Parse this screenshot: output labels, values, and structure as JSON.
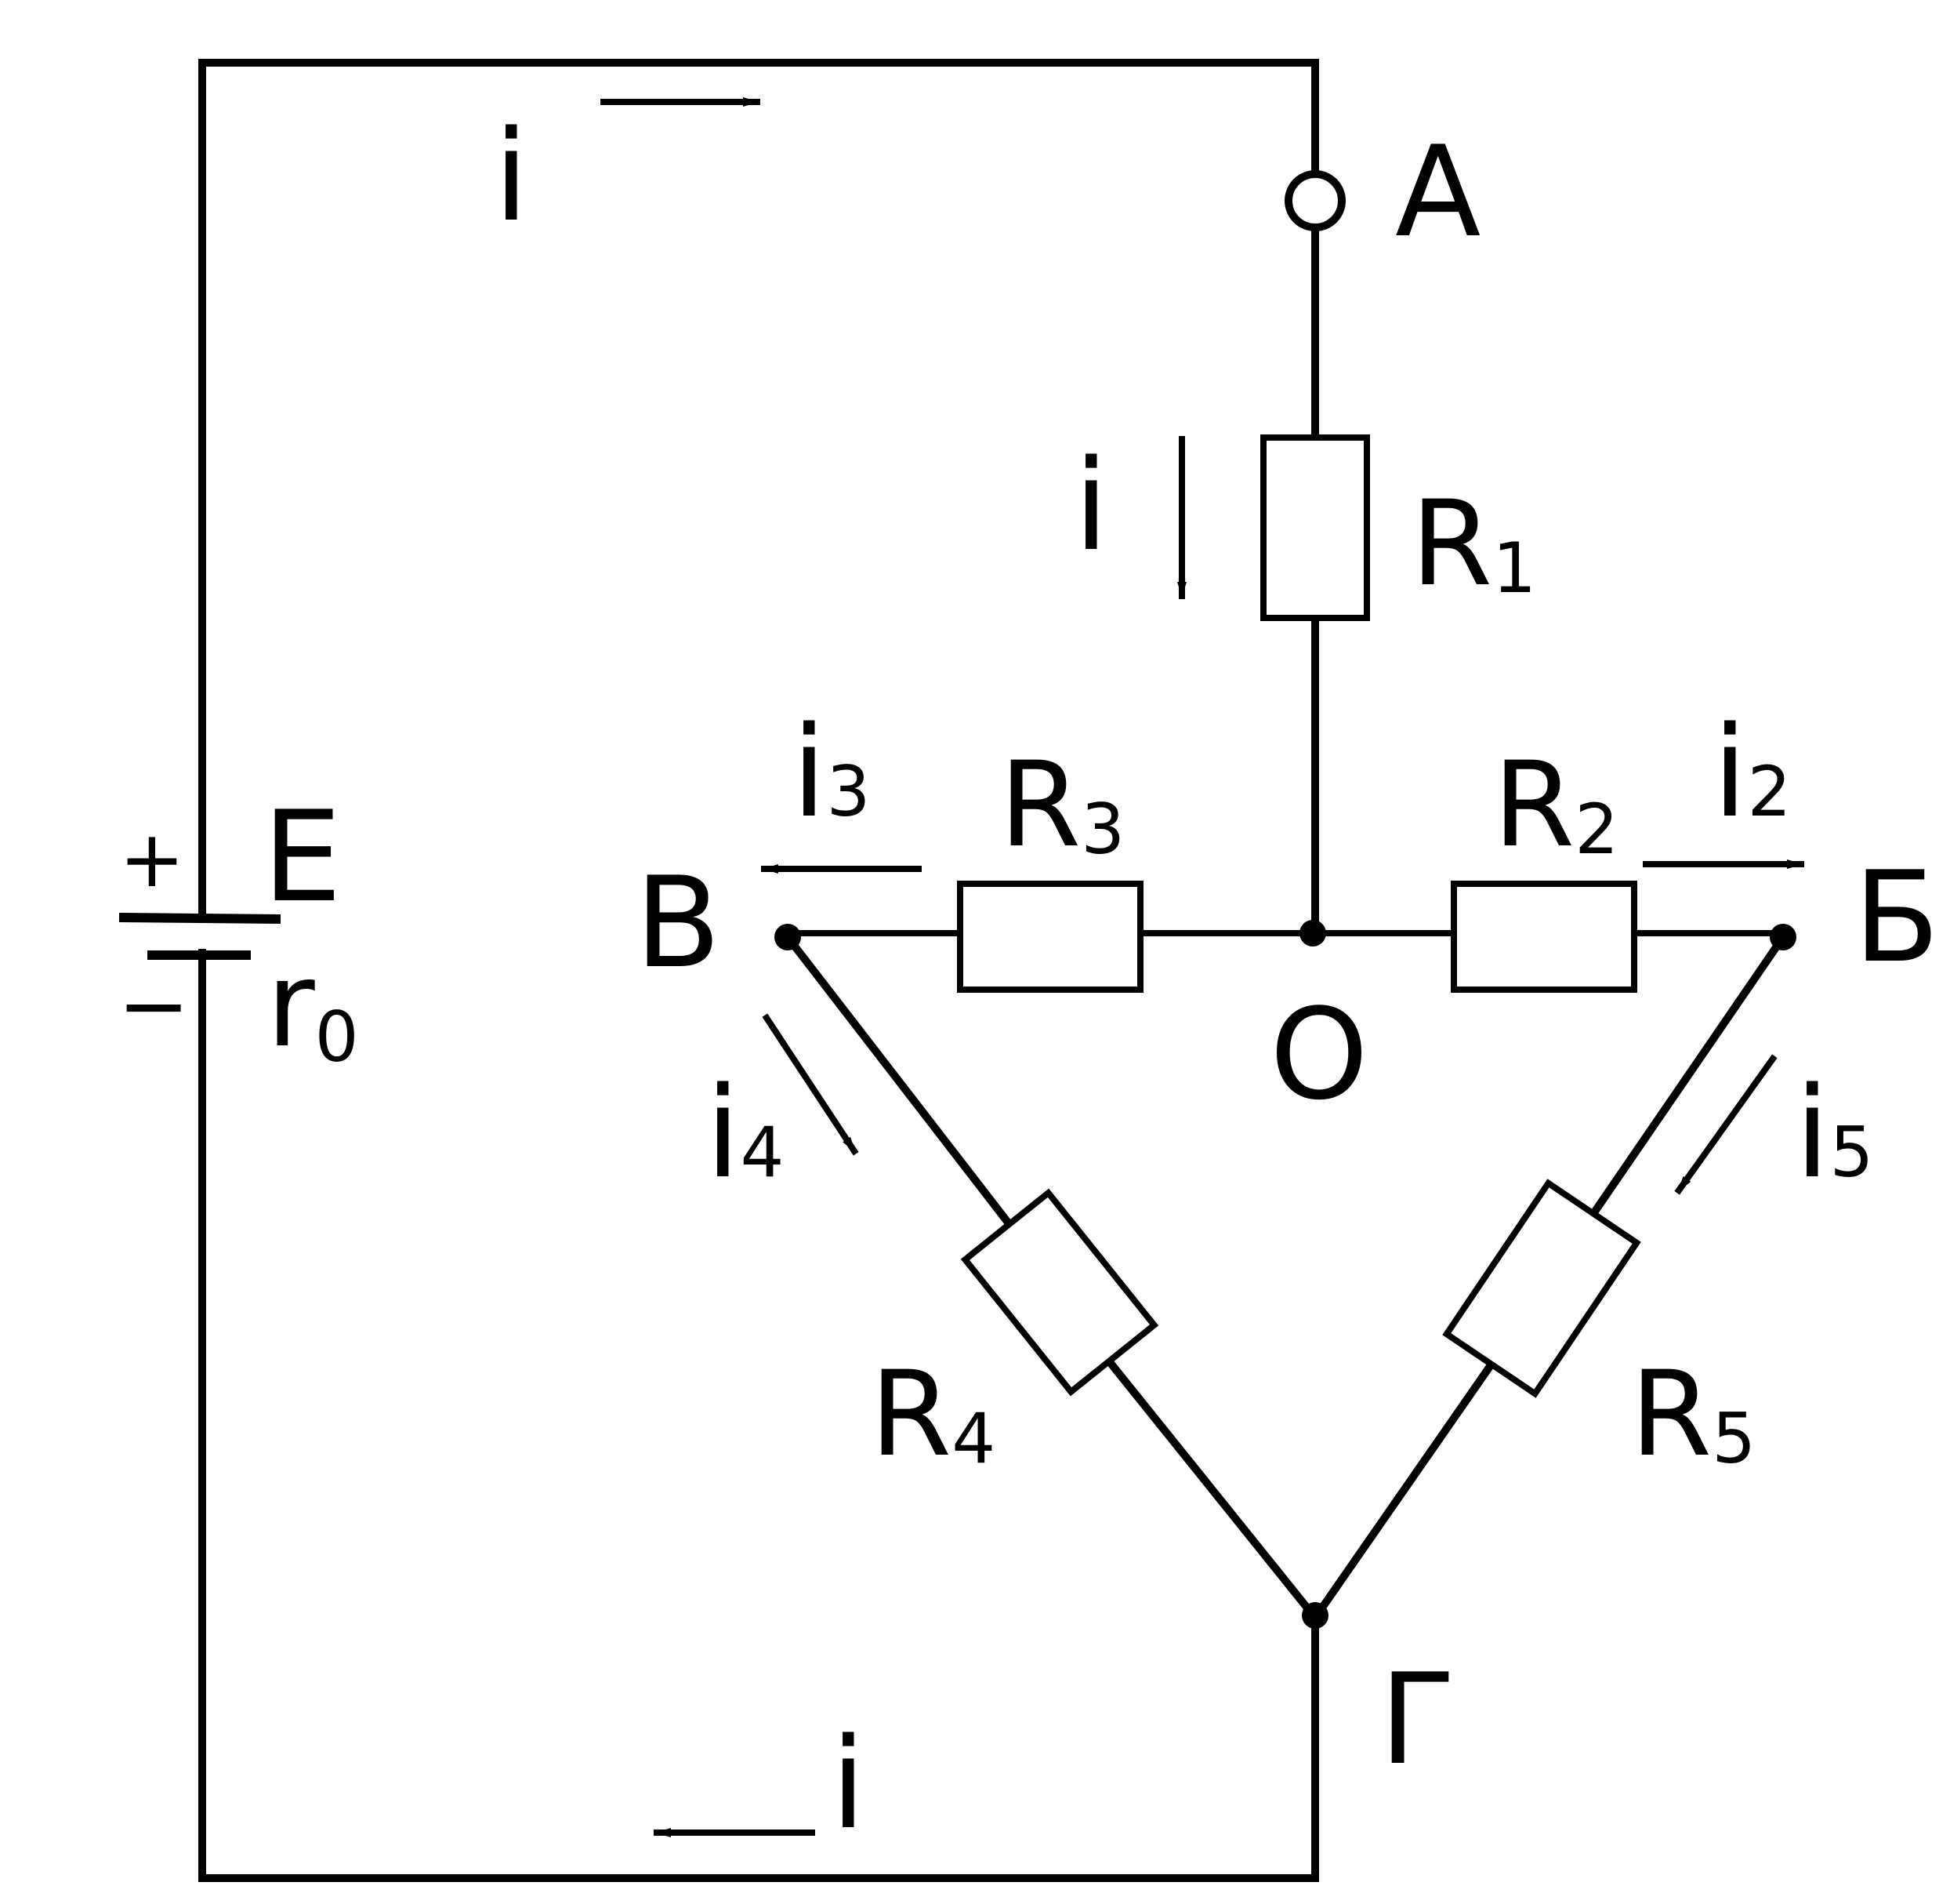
{
  "diagram": {
    "current_main": "i",
    "nodes": {
      "A": "A",
      "B": "Б",
      "V": "В",
      "G": "Г",
      "O": "O"
    },
    "source": {
      "emf": "E",
      "internal": "r",
      "internal_sub": "0",
      "plus": "+",
      "minus": "−"
    },
    "resistors": [
      {
        "name": "R",
        "sub": "1"
      },
      {
        "name": "R",
        "sub": "2"
      },
      {
        "name": "R",
        "sub": "3"
      },
      {
        "name": "R",
        "sub": "4"
      },
      {
        "name": "R",
        "sub": "5"
      }
    ],
    "currents": [
      {
        "name": "i",
        "sub": "2"
      },
      {
        "name": "i",
        "sub": "3"
      },
      {
        "name": "i",
        "sub": "4"
      },
      {
        "name": "i",
        "sub": "5"
      }
    ]
  }
}
